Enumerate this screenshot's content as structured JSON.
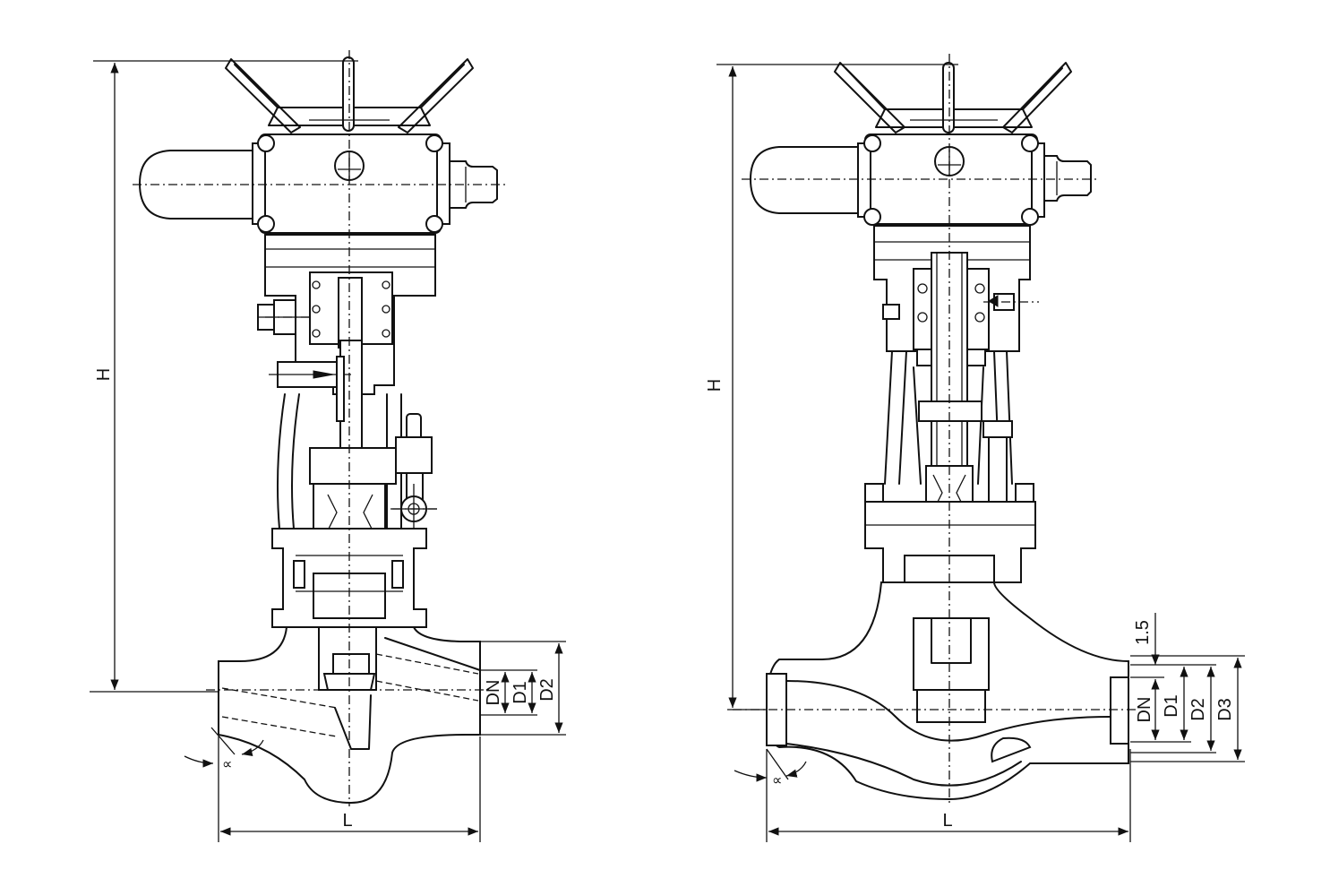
{
  "left_view": {
    "labels": {
      "height": "H",
      "length": "L",
      "angle": "∝",
      "dn": "DN",
      "d1": "D1",
      "d2": "D2"
    }
  },
  "right_view": {
    "labels": {
      "height": "H",
      "length": "L",
      "angle": "∝",
      "dn": "DN",
      "d1": "D1",
      "d2": "D2",
      "d3": "D3",
      "gap": "1.5"
    }
  }
}
